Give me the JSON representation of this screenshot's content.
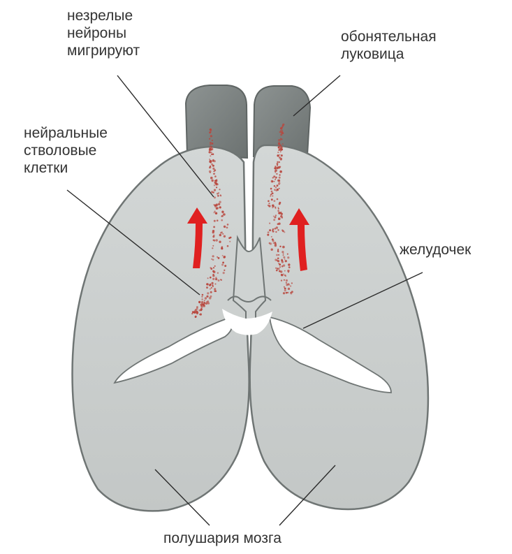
{
  "labels": {
    "immature_neurons": [
      "незрелые",
      "нейроны",
      "мигрируют"
    ],
    "olfactory_bulb": [
      "обонятельная",
      "луковица"
    ],
    "neural_stem_cells": [
      "нейральные",
      "стволовые",
      "клетки"
    ],
    "ventricle": [
      "желудочек"
    ],
    "hemispheres": [
      "полушария мозга"
    ]
  },
  "colors": {
    "brain_fill": "#c9cdcc",
    "bulb_fill": "#7b8180",
    "outline": "#6f7574",
    "ventricle_fill": "#ffffff",
    "neuron_dots": "#b8473e",
    "arrow": "#e02020",
    "leader_line": "#2b2b2b",
    "label_text": "#333333"
  }
}
